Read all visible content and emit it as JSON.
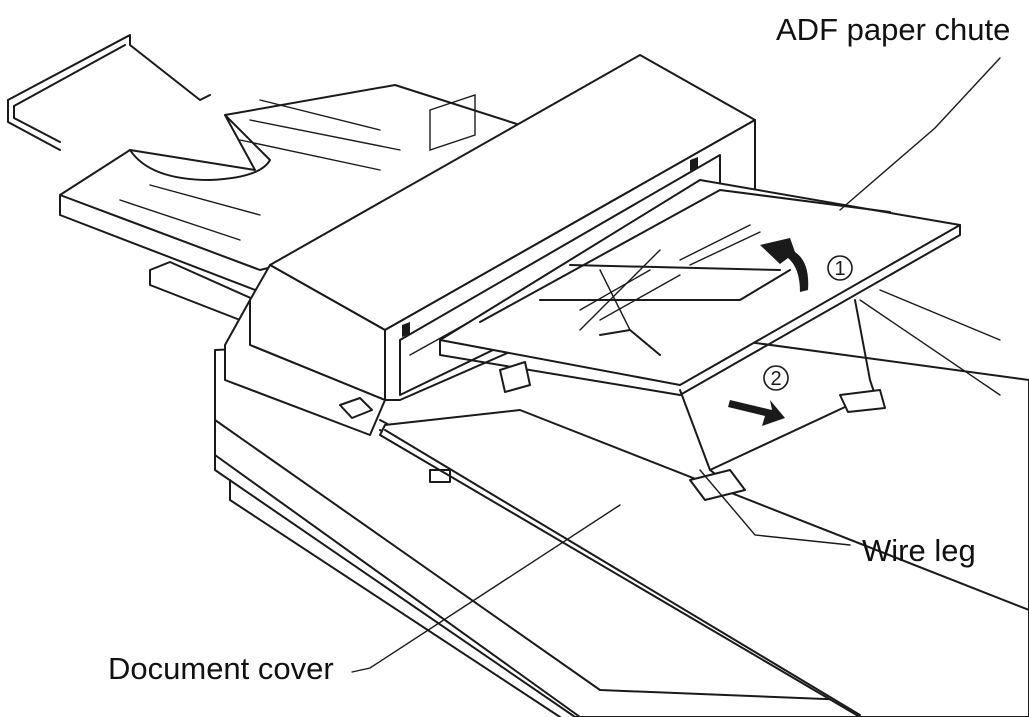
{
  "labels": {
    "adf_paper_chute": "ADF paper chute",
    "wire_leg": "Wire leg",
    "document_cover": "Document cover"
  },
  "steps": [
    "①",
    "②"
  ],
  "colors": {
    "line": "#1a1a1a",
    "background": "#ffffff"
  }
}
